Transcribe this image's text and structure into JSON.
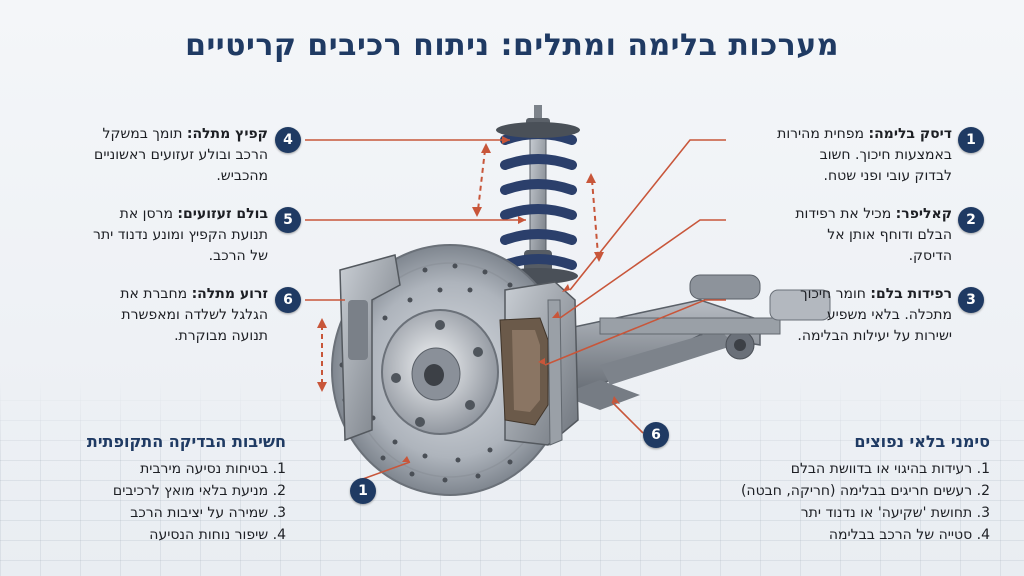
{
  "title": "מערכות בלימה ומתלים: ניתוח רכיבים קריטיים",
  "callouts": [
    {
      "number": "1",
      "term": "דיסק בלימה:",
      "lines": [
        "מפחית מהירות",
        "באמצעות חיכוך. חשוב",
        "לבדוק עובי ופני שטח."
      ]
    },
    {
      "number": "2",
      "term": "קאליפר:",
      "lines": [
        "מכיל את רפידות",
        "הבלם ודוחף אותן אל",
        "הדיסק."
      ]
    },
    {
      "number": "3",
      "term": "רפידות בלם:",
      "lines": [
        "חומר חיכוך",
        "מתכלה. בלאי משפיע",
        "ישירות על יעילות הבלימה."
      ]
    },
    {
      "number": "4",
      "term": "קפיץ מתלה:",
      "lines": [
        "תומך במשקל",
        "הרכב ובולע זעזועים ראשוניים",
        "מהכביש."
      ]
    },
    {
      "number": "5",
      "term": "בולם זעזועים:",
      "lines": [
        "מרסן את",
        "תנועת הקפיץ ומונע נדנוד יתר",
        "של הרכב."
      ]
    },
    {
      "number": "6",
      "term": "זרוע מתלה:",
      "lines": [
        "מחברת את",
        "הגלגל לשלדה ומאפשרת",
        "תנועה מבוקרת."
      ]
    }
  ],
  "diagram_badges": {
    "disc": "1",
    "arm": "6"
  },
  "wear_signs": {
    "title": "סימני בלאי נפוצים",
    "items": [
      "1. רעידות בהיגוי או בדוושת הבלם",
      "2. רעשים חריגים בבלימה (חריקה, חבטה)",
      "3. תחושת 'שקיעה' או נדנוד יתר",
      "4. סטייה של הרכב בבלימה"
    ]
  },
  "inspection": {
    "title": "חשיבות הבדיקה התקופתית",
    "items": [
      "1. בטיחות נסיעה מירבית",
      "2. מניעת בלאי מואץ לרכיבים",
      "3. שמירה על יציבות הרכב",
      "4. שיפור נוחות הנסיעה"
    ]
  },
  "colors": {
    "accent": "#1f3a63",
    "leader": "#c8563a",
    "spring": "#2b3f6b"
  }
}
